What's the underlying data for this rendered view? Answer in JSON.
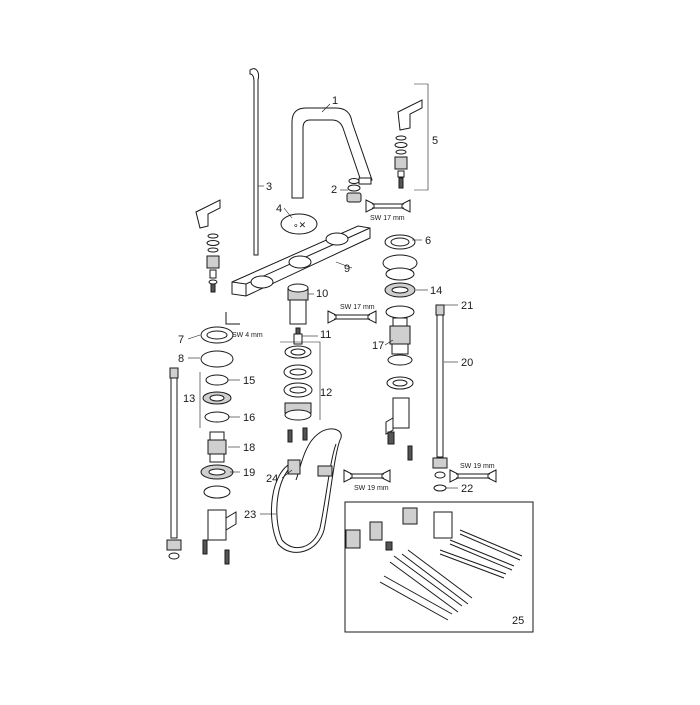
{
  "callouts": {
    "c1": "1",
    "c2": "2",
    "c3": "3",
    "c4": "4",
    "c5": "5",
    "c6": "6",
    "c7": "7",
    "c8": "8",
    "c9": "9",
    "c10": "10",
    "c11": "11",
    "c12": "12",
    "c13": "13",
    "c14": "14",
    "c15": "15",
    "c16": "16",
    "c17": "17",
    "c18": "18",
    "c19": "19",
    "c20": "20",
    "c21": "21",
    "c22": "22",
    "c23": "23",
    "c24": "24",
    "c25": "25"
  },
  "wrench_labels": {
    "w_top": "SW 17 mm",
    "w_mid": "SW 17 mm",
    "w_allen": "SW 4 mm",
    "w_low": "SW 19 mm",
    "w_right": "SW 19 mm"
  }
}
